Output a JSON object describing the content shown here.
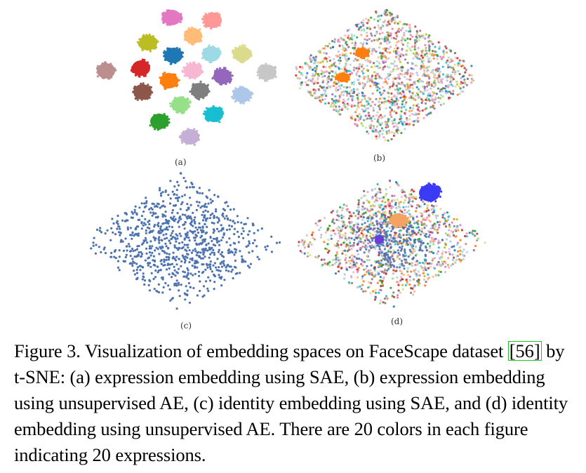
{
  "figure": {
    "panels": [
      {
        "id": "a",
        "label": "(a)"
      },
      {
        "id": "b",
        "label": "(b)"
      },
      {
        "id": "c",
        "label": "(c)"
      },
      {
        "id": "d",
        "label": "(d)"
      }
    ],
    "cluster_colors": [
      "#e377c2",
      "#ff9896",
      "#bcbd22",
      "#ffbb78",
      "#bc8f8f",
      "#d62728",
      "#1f77b4",
      "#9edae5",
      "#dbdb8d",
      "#ff7f0e",
      "#f7b6d2",
      "#9467bd",
      "#c7c7c7",
      "#8c564b",
      "#7f7f7f",
      "#aec7e8",
      "#98df8a",
      "#17becf",
      "#2ca02c",
      "#c5b0d5"
    ],
    "uniform_color": "#4c72b0",
    "highlight_colors": {
      "blue": "#3b3bf5",
      "orange": "#f4a460",
      "violet": "#6a3dd6"
    }
  },
  "caption": {
    "prefix": "Figure 3. Visualization of embedding spaces on FaceScape dataset",
    "ref": "56",
    "suffix": " by t-SNE: (a) expression embedding using SAE, (b) expression embedding using unsupervised AE, (c) identity embedding using SAE, and (d) identity embedding using unsupervised AE. There are 20 colors in each figure indicating 20 expressions."
  }
}
